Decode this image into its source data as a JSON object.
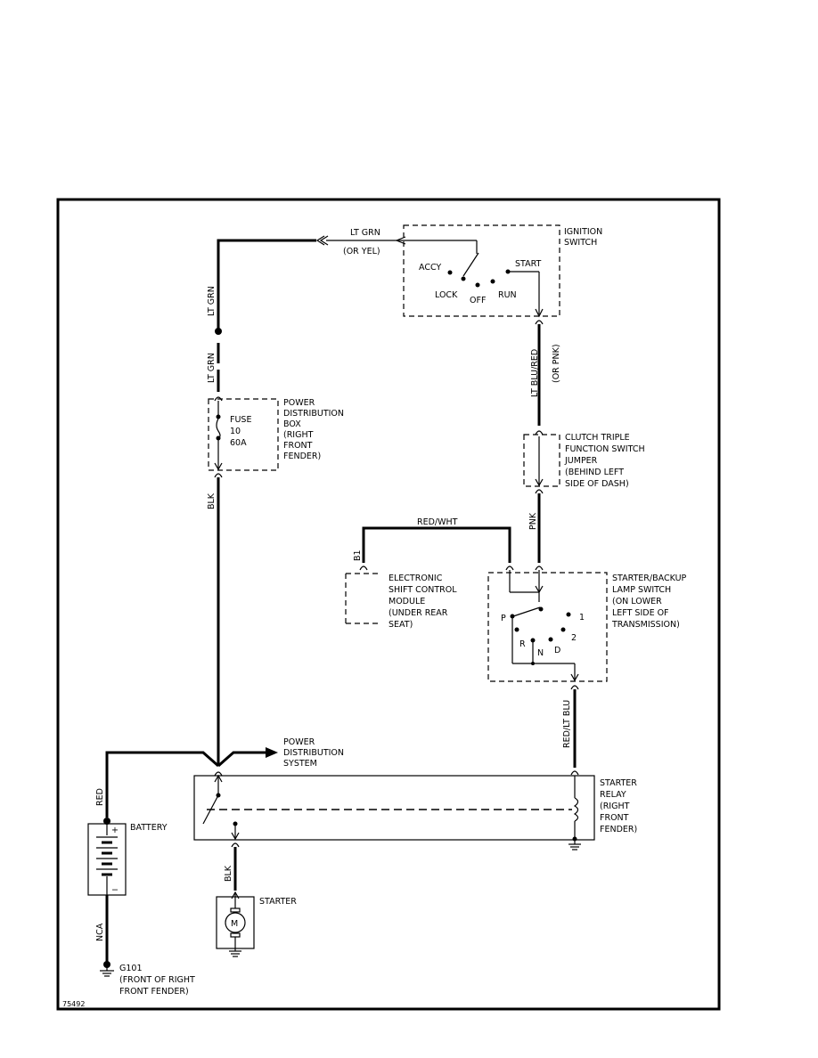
{
  "diagram": {
    "figure_id": "75492",
    "ignition_switch": {
      "label_lines": [
        "IGNITION",
        "SWITCH"
      ],
      "positions": {
        "accy": "ACCY",
        "start": "START",
        "lock": "LOCK",
        "off": "OFF",
        "run": "RUN"
      }
    },
    "wires": {
      "lt_grn_top": "LT GRN",
      "or_yel": "(OR YEL)",
      "lt_grn_vert_1": "LT GRN",
      "lt_grn_vert_2": "LT GRN",
      "blk_main": "BLK",
      "lt_blu_red": "LT BLU/RED",
      "or_pnk": "(OR PNK)",
      "pnk": "PNK",
      "red_wht": "RED/WHT",
      "red_lt_blu": "RED/LT BLU",
      "red": "RED",
      "blk_starter": "BLK",
      "nca": "NCA"
    },
    "fuse": {
      "label_lines": [
        "FUSE",
        "10",
        "60A"
      ]
    },
    "power_distribution_box": {
      "label_lines": [
        "POWER",
        "DISTRIBUTION",
        "BOX",
        "(RIGHT",
        "FRONT",
        "FENDER)"
      ]
    },
    "clutch_jumper": {
      "label_lines": [
        "CLUTCH TRIPLE",
        "FUNCTION SWITCH",
        "JUMPER",
        "(BEHIND LEFT",
        "SIDE OF DASH)"
      ]
    },
    "shift_module": {
      "pin": "B1",
      "label_lines": [
        "ELECTRONIC",
        "SHIFT CONTROL",
        "MODULE",
        "(UNDER REAR",
        "SEAT)"
      ]
    },
    "starter_backup_switch": {
      "label_lines": [
        "STARTER/BACKUP",
        "LAMP SWITCH",
        "(ON LOWER",
        "LEFT SIDE OF",
        "TRANSMISSION)"
      ],
      "positions": {
        "p": "P",
        "r": "R",
        "n": "N",
        "d": "D",
        "two": "2",
        "one": "1"
      }
    },
    "power_distribution_system": {
      "label_lines": [
        "POWER",
        "DISTRIBUTION",
        "SYSTEM"
      ]
    },
    "starter_relay": {
      "label_lines": [
        "STARTER",
        "RELAY",
        "(RIGHT",
        "FRONT",
        "FENDER)"
      ]
    },
    "battery": {
      "label": "BATTERY",
      "plus": "+",
      "minus": "−"
    },
    "starter": {
      "label": "STARTER",
      "motor_symbol": "M"
    },
    "ground_g101": {
      "label_lines": [
        "G101",
        "(FRONT OF RIGHT",
        "FRONT FENDER)"
      ]
    }
  }
}
